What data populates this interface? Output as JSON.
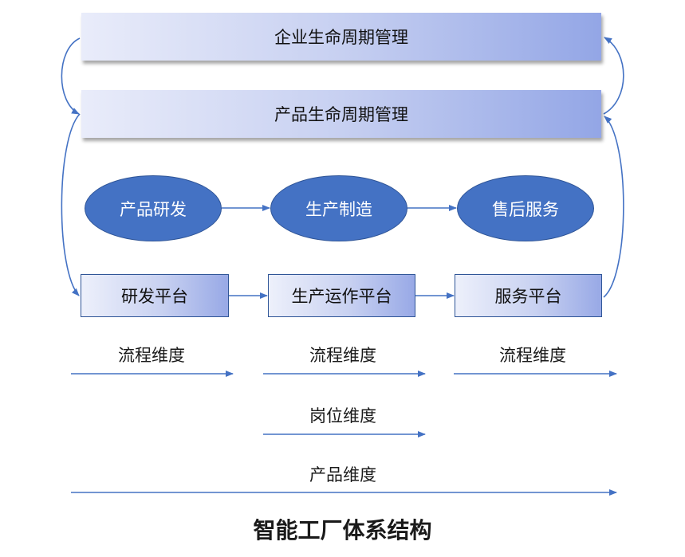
{
  "lifecycle_bars": {
    "enterprise": "企业生命周期管理",
    "product": "产品生命周期管理"
  },
  "stages": [
    "产品研发",
    "生产制造",
    "售后服务"
  ],
  "platforms": [
    "研发平台",
    "生产运作平台",
    "服务平台"
  ],
  "dimensions": {
    "process": [
      "流程维度",
      "流程维度",
      "流程维度"
    ],
    "position": "岗位维度",
    "product": "产品维度"
  },
  "figure_title": "智能工厂体系结构",
  "colors": {
    "stage_fill": "#4472c4",
    "arrow": "#4472c4",
    "bar_gradient_light": "#e9ecfa",
    "bar_gradient_dark": "#93a6e6"
  }
}
